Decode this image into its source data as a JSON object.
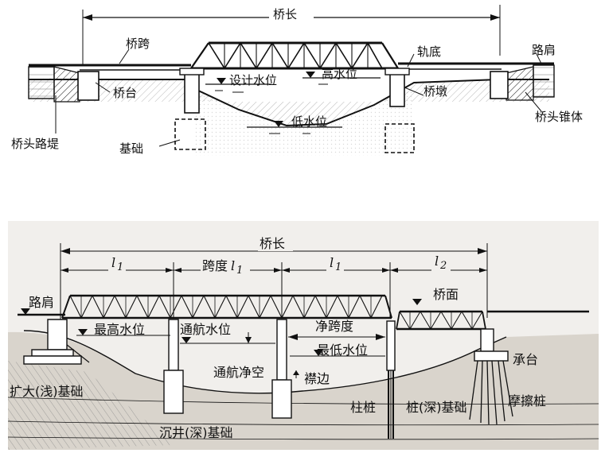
{
  "top": {
    "bridge_length": "桥长",
    "span": "桥跨",
    "rail_bottom": "轨底",
    "road_shoulder": "路肩",
    "abutment": "桥台",
    "design_water_level": "设计水位",
    "high_water_level": "高水位",
    "pier": "桥墩",
    "approach_embankment": "桥头路堤",
    "low_water_level": "低水位",
    "foundation": "基础",
    "abutment_cone": "桥头锥体"
  },
  "bottom": {
    "bridge_length": "桥长",
    "l1": "l",
    "sub1": "1",
    "span_prefix": "跨度",
    "l2": "l",
    "sub2": "2",
    "road_shoulder": "路肩",
    "deck": "桥面",
    "highest_water_level": "最高水位",
    "navigable_water_level": "通航水位",
    "clear_span": "净跨度",
    "lowest_water_level": "最低水位",
    "navigation_clearance": "通航净空",
    "freeboard": "襟边",
    "cap": "承台",
    "spread_foundation": "扩大(浅)基础",
    "column_pile": "柱桩",
    "pile_foundation": "桩(深)基础",
    "friction_pile": "摩擦桩",
    "caisson_foundation": "沉井(深)基础"
  }
}
